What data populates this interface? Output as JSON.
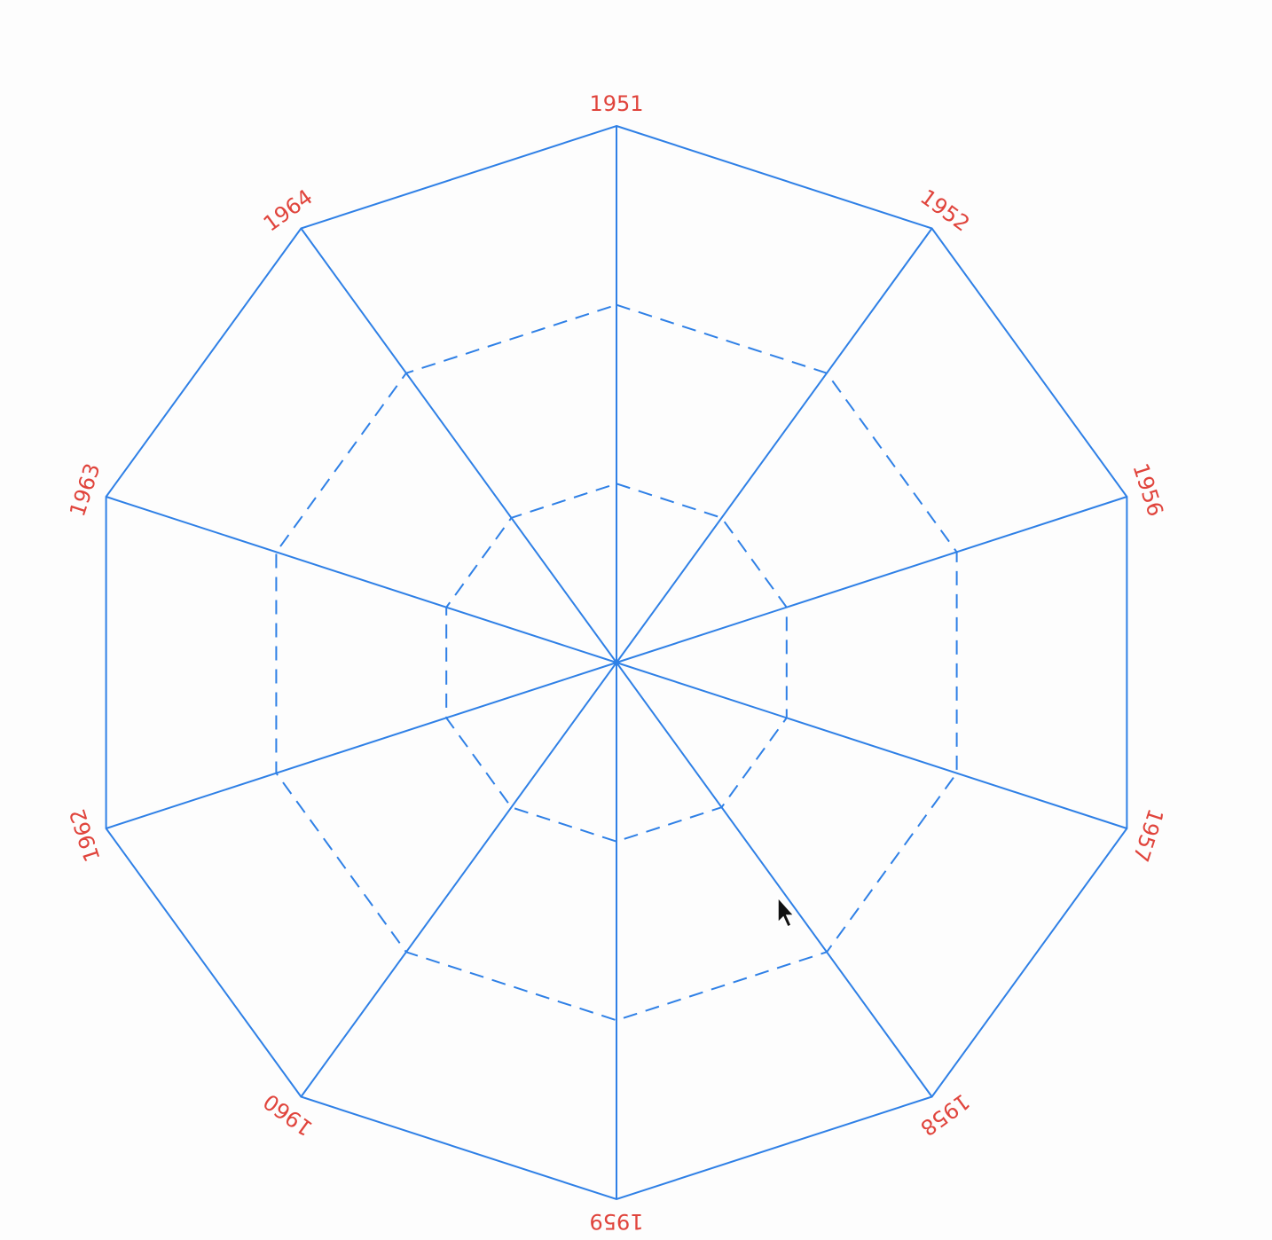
{
  "chart_data": {
    "type": "radar",
    "axes": [
      "1951",
      "1952",
      "1956",
      "1957",
      "1958",
      "1959",
      "1960",
      "1962",
      "1963",
      "1964"
    ],
    "rings": 3,
    "outer_ring_style": "solid",
    "inner_ring_style": "dashed",
    "series": [],
    "grid": true,
    "colors": {
      "grid": "#2f80e6",
      "labels": "#e0443c",
      "background": "#fdfdfd"
    }
  },
  "cursor": {
    "icon": "arrow-cursor-icon"
  }
}
